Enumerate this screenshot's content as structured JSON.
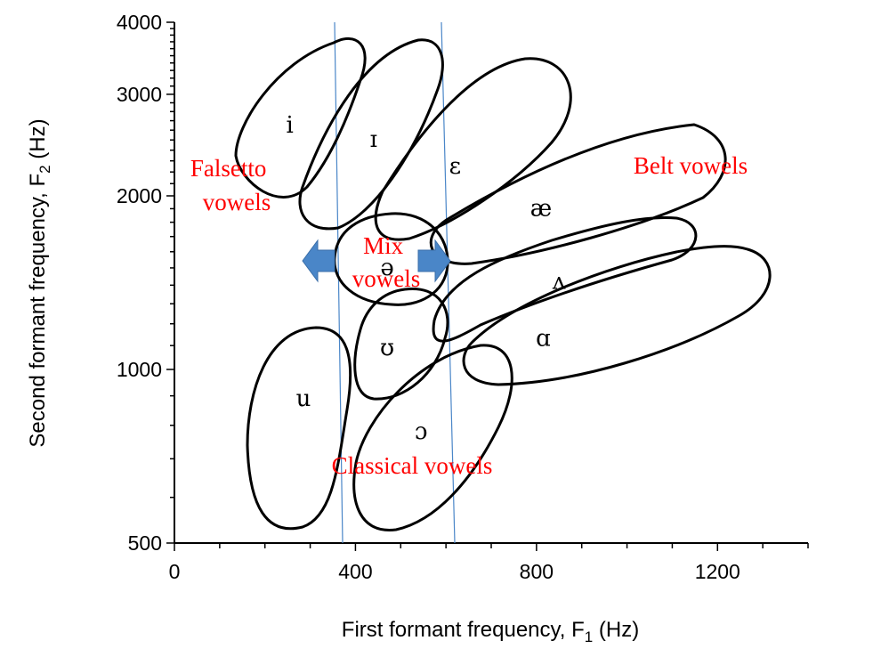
{
  "chart_data": {
    "type": "scatter",
    "title": "",
    "xlabel": {
      "main": "First formant frequency, F",
      "sub": "1",
      "unit": " (Hz)"
    },
    "ylabel": {
      "main": "Second formant frequency, F",
      "sub": "2",
      "unit": " (Hz)"
    },
    "xlim": [
      0,
      1400
    ],
    "ylim": [
      500,
      4000
    ],
    "yscale": "log",
    "x_ticks": [
      0,
      400,
      800,
      1200
    ],
    "x_tick_labels": [
      "0",
      "400",
      "800",
      "1200"
    ],
    "y_ticks": [
      500,
      1000,
      2000,
      3000,
      4000
    ],
    "y_tick_labels": [
      "500",
      "1000",
      "2000",
      "3000",
      "4000"
    ],
    "grid": false,
    "vowels": [
      {
        "symbol": "i",
        "f1": 255,
        "f2": 2650
      },
      {
        "symbol": "ɪ",
        "f1": 440,
        "f2": 2500
      },
      {
        "symbol": "ɛ",
        "f1": 620,
        "f2": 2250
      },
      {
        "symbol": "æ",
        "f1": 810,
        "f2": 1900
      },
      {
        "symbol": "ə",
        "f1": 470,
        "f2": 1500
      },
      {
        "symbol": "ʌ",
        "f1": 850,
        "f2": 1420
      },
      {
        "symbol": "ʊ",
        "f1": 470,
        "f2": 1090
      },
      {
        "symbol": "ɑ",
        "f1": 815,
        "f2": 1130
      },
      {
        "symbol": "u",
        "f1": 285,
        "f2": 890
      },
      {
        "symbol": "ɔ",
        "f1": 545,
        "f2": 780
      }
    ],
    "regions": [
      {
        "label_lines": [
          "Falsetto",
          "vowels"
        ],
        "color": "#ff0000"
      },
      {
        "label_lines": [
          "Belt vowels"
        ],
        "color": "#ff0000"
      },
      {
        "label_lines": [
          "Mix",
          "vowels"
        ],
        "color": "#ff0000"
      },
      {
        "label_lines": [
          "Classical vowels"
        ],
        "color": "#ff0000"
      }
    ],
    "accent_color": "#4a86c8"
  }
}
